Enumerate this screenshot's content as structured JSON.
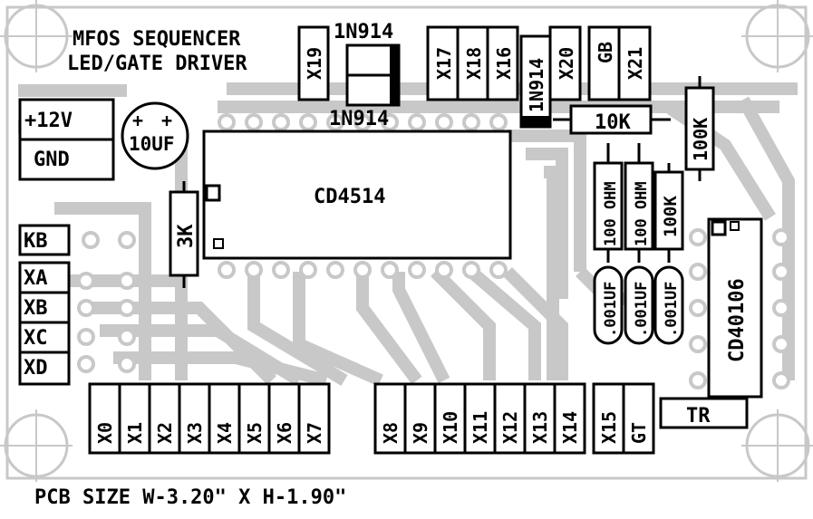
{
  "title": {
    "line1": "MFOS SEQUENCER",
    "line2": "LED/GATE DRIVER"
  },
  "footer": "PCB SIZE W-3.20\" X H-1.90\"",
  "power": {
    "plus": "+12V",
    "gnd": "GND"
  },
  "electrolytic": {
    "value": "10UF",
    "plus_a": "+",
    "plus_b": "+"
  },
  "diodes": {
    "top_label": "1N914",
    "bottom_label": "1N914",
    "vertical_label": "1N914"
  },
  "chips": {
    "main": "CD4514",
    "hex": "CD40106"
  },
  "resistors": {
    "r3k": "3K",
    "r10k": "10K",
    "r100k_top": "100K",
    "r100k_mid": "100K",
    "r100_a": "100 OHM",
    "r100_b": "100 OHM"
  },
  "caps": {
    "c1": ".001UF",
    "c2": ".001UF",
    "c3": ".001UF"
  },
  "left_labels": {
    "kb": "KB",
    "xa": "XA",
    "xb": "XB",
    "xc": "XC",
    "xd": "XD"
  },
  "top_labels": {
    "x19": "X19",
    "x17": "X17",
    "x18": "X18",
    "x16": "X16",
    "x20": "X20",
    "gb": "GB",
    "x21": "X21"
  },
  "bottom_left": [
    "X0",
    "X1",
    "X2",
    "X3",
    "X4",
    "X5",
    "X6",
    "X7"
  ],
  "bottom_mid": [
    "X8",
    "X9",
    "X10",
    "X11",
    "X12",
    "X13",
    "X14"
  ],
  "bottom_right": [
    "X15",
    "GT"
  ],
  "tr": "TR"
}
